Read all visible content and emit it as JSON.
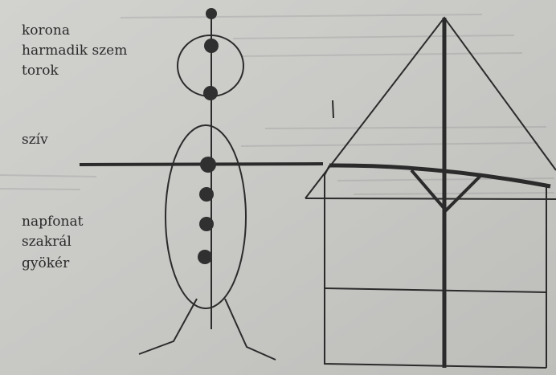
{
  "labels": {
    "korona": "korona",
    "harmadik_szem": "harmadik szem",
    "torok": "torok",
    "sziv": "szív",
    "napfonat": "napfonat",
    "szakral": "szakrál",
    "gyoker": "gyökér"
  },
  "colors": {
    "paper": "#c9c9c6",
    "ink": "#2b2b2b",
    "dot": "#303030"
  }
}
